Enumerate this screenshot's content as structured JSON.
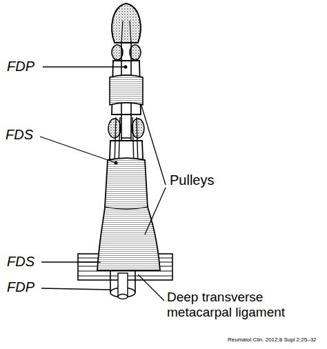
{
  "diagram": {
    "labels": [
      "FDP",
      "FDS",
      "Pulleys",
      "FDS",
      "FDP",
      "Deep transverse metacarpal ligament",
      "Reumatol Clin. 2012;8 Supl 2:25–32"
    ]
  }
}
